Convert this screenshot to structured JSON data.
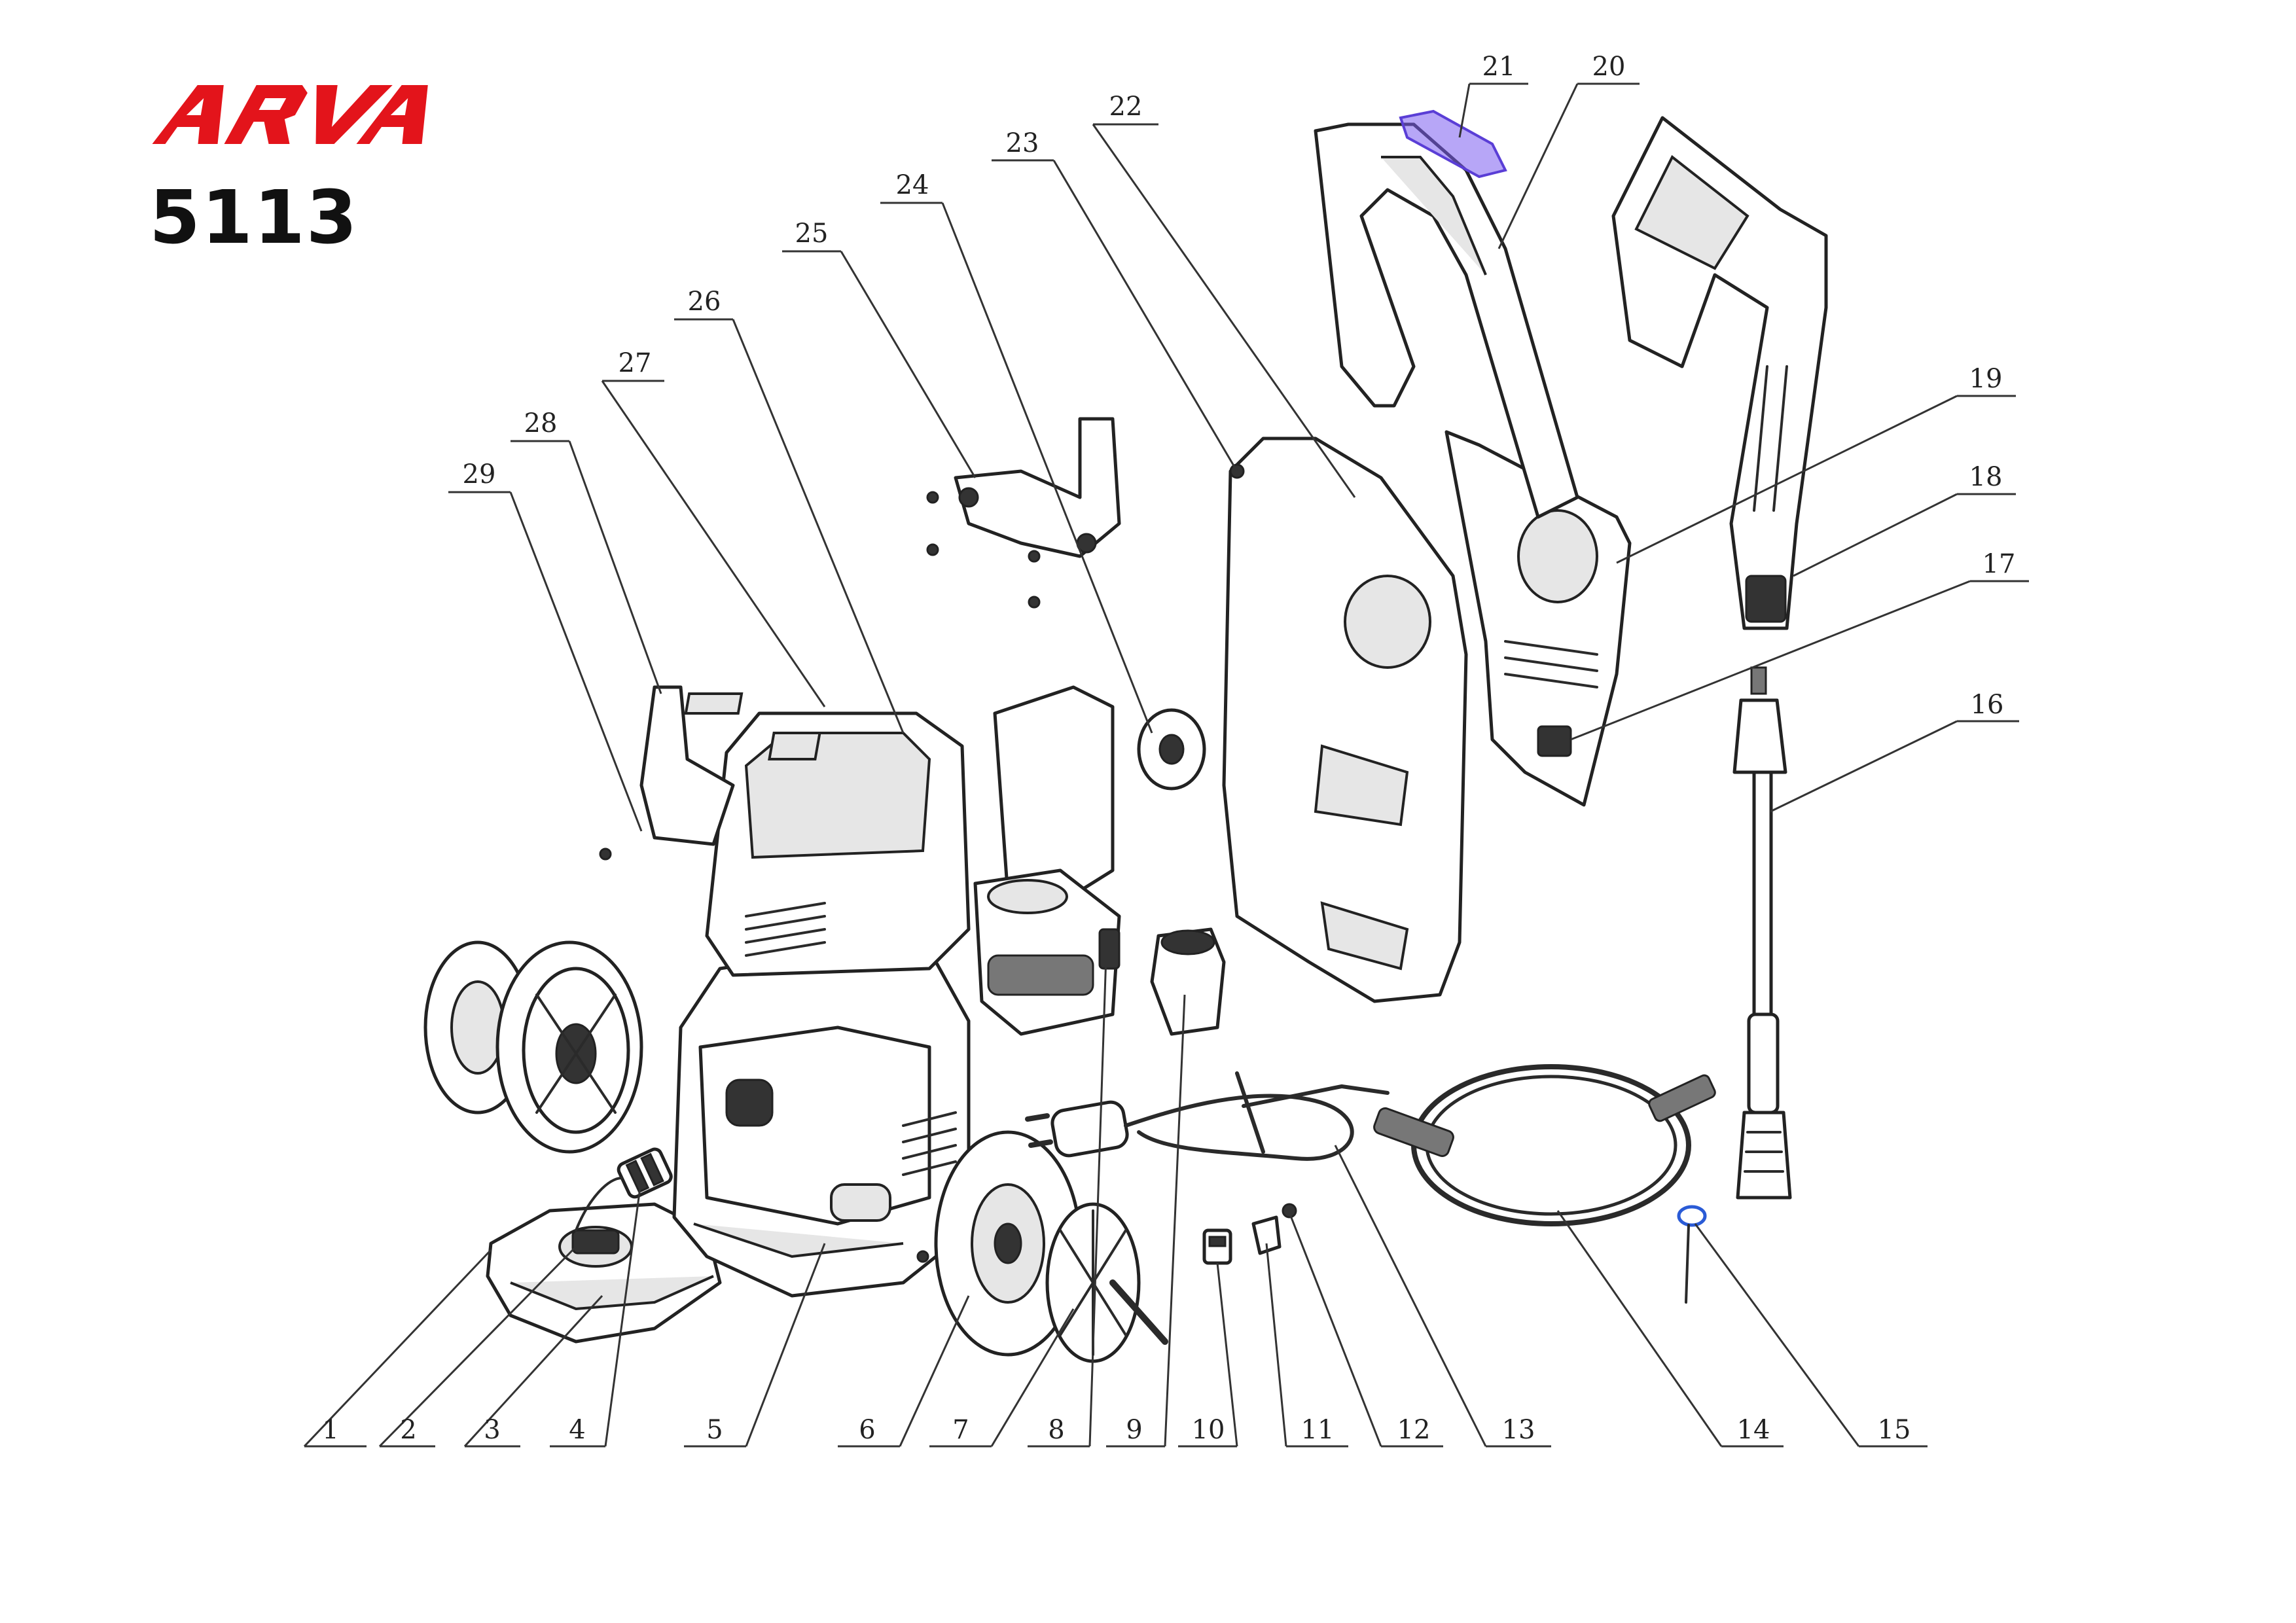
{
  "brand": {
    "logo_text": "ARVA",
    "logo_color": "#e3141b"
  },
  "model": "5113",
  "highlight_color": "#7b5cf0",
  "callouts": [
    "1",
    "2",
    "3",
    "4",
    "5",
    "6",
    "7",
    "8",
    "9",
    "10",
    "11",
    "12",
    "13",
    "14",
    "15",
    "16",
    "17",
    "18",
    "19",
    "20",
    "21",
    "22",
    "23",
    "24",
    "25",
    "26",
    "27",
    "28",
    "29"
  ]
}
